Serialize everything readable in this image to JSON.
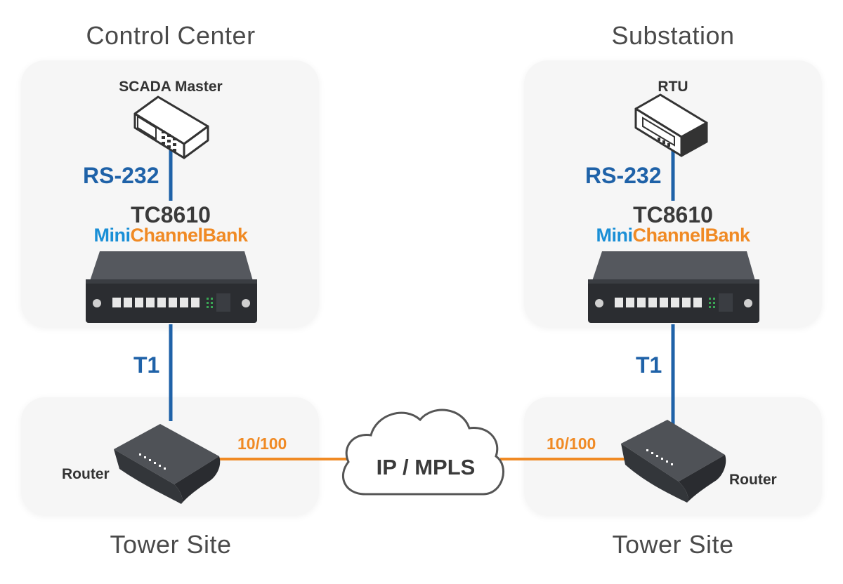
{
  "left": {
    "top_title": "Control Center",
    "bottom_title": "Tower Site",
    "device": "SCADA Master",
    "serial_link": "RS-232",
    "model": "TC8610",
    "brand_mini": "Mini",
    "brand_channelbank": "ChannelBank",
    "t1_link": "T1",
    "router": "Router",
    "eth_link": "10/100"
  },
  "right": {
    "top_title": "Substation",
    "bottom_title": "Tower Site",
    "device": "RTU",
    "serial_link": "RS-232",
    "model": "TC8610",
    "brand_mini": "Mini",
    "brand_channelbank": "ChannelBank",
    "t1_link": "T1",
    "router": "Router",
    "eth_link": "10/100"
  },
  "cloud": {
    "label": "IP / MPLS"
  },
  "colors": {
    "serial_line": "#1f62a8",
    "ethernet_line": "#f08a24",
    "brand_blue": "#1a8fd6",
    "brand_orange": "#f08a24"
  }
}
